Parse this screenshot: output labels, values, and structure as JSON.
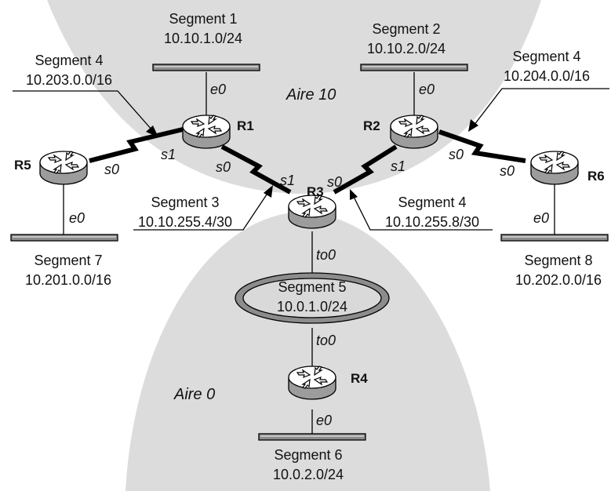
{
  "areas": {
    "aire10": "Aire 10",
    "aire0": "Aire 0"
  },
  "routers": {
    "r1": "R1",
    "r2": "R2",
    "r3": "R3",
    "r4": "R4",
    "r5": "R5",
    "r6": "R6"
  },
  "segments": {
    "seg1": {
      "name": "Segment 1",
      "net": "10.10.1.0/24"
    },
    "seg2": {
      "name": "Segment 2",
      "net": "10.10.2.0/24"
    },
    "seg3": {
      "name": "Segment 3",
      "net": "10.10.255.4/30"
    },
    "seg4_left": {
      "name": "Segment 4",
      "net": "10.203.0.0/16"
    },
    "seg4_right": {
      "name": "Segment 4",
      "net": "10.204.0.0/16"
    },
    "seg4_mid": {
      "name": "Segment 4",
      "net": "10.10.255.8/30"
    },
    "seg5": {
      "name": "Segment 5",
      "net": "10.0.1.0/24"
    },
    "seg6": {
      "name": "Segment 6",
      "net": "10.0.2.0/24"
    },
    "seg7": {
      "name": "Segment 7",
      "net": "10.201.0.0/16"
    },
    "seg8": {
      "name": "Segment 8",
      "net": "10.202.0.0/16"
    }
  },
  "interfaces": {
    "r1_e0": "e0",
    "r1_s1": "s1",
    "r1_s0": "s0",
    "r2_e0": "e0",
    "r2_s1": "s1",
    "r2_s0": "s0",
    "r3_s1": "s1",
    "r3_s0": "s0",
    "r3_to0": "to0",
    "r4_to0": "to0",
    "r4_e0": "e0",
    "r5_s0": "s0",
    "r5_e0": "e0",
    "r6_s0": "s0",
    "r6_e0": "e0"
  }
}
